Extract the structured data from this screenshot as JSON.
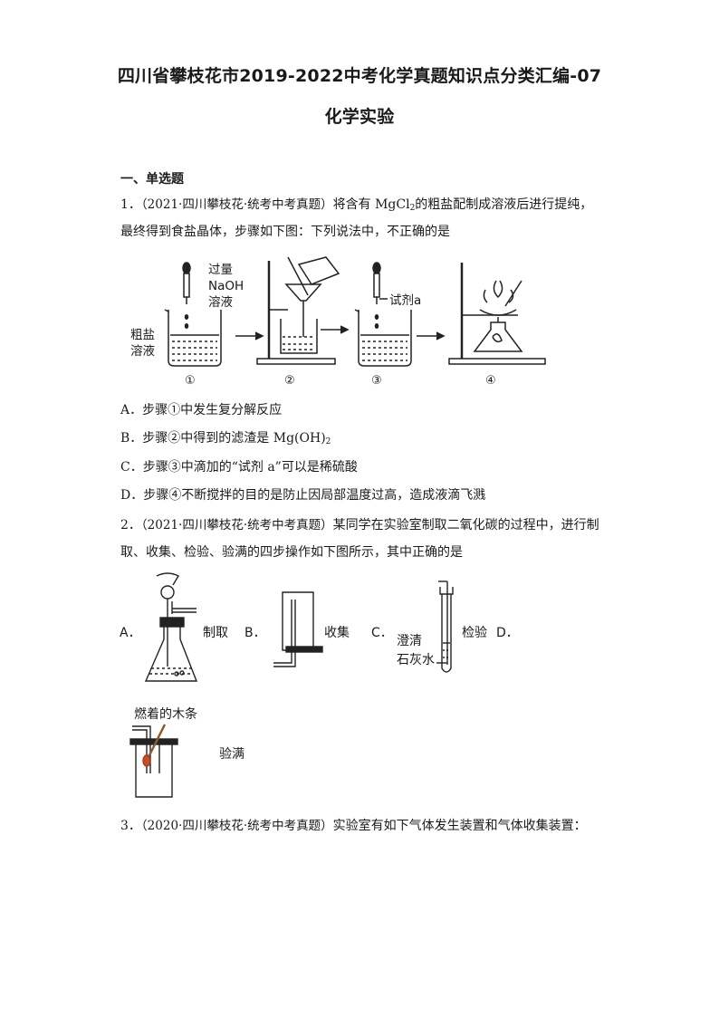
{
  "title_line1": "四川省攀枝花市2019-2022中考化学真题知识点分类汇编-07",
  "title_line2": "化学实验",
  "section": "一、单选题",
  "q1": {
    "number": "1．",
    "source": "（2021·四川攀枝花·统考中考真题）",
    "stem_a": "将含有 MgCl",
    "stem_sub": "2",
    "stem_b": "的粗盐配制成溶液后进行提纯，",
    "stem2": "最终得到食盐晶体，步骤如下图：下列说法中，不正确的是",
    "fig_labels": {
      "reagent1_l1": "过量",
      "reagent1_l2": "NaOH",
      "reagent1_l3": "溶液",
      "salt_l1": "粗盐",
      "salt_l2": "溶液",
      "reagent_a": "试剂a",
      "step1": "①",
      "step2": "②",
      "step3": "③",
      "step4": "④"
    },
    "options": [
      {
        "letter": "A．",
        "text": "步骤①中发生复分解反应"
      },
      {
        "letter": "B．",
        "text_a": "步骤②中得到的滤渣是 Mg(OH)",
        "sub": "2"
      },
      {
        "letter": "C．",
        "text": "步骤③中滴加的“试剂 a”可以是稀硫酸"
      },
      {
        "letter": "D．",
        "text": "步骤④不断搅拌的目的是防止因局部温度过高，造成液滴飞溅"
      }
    ]
  },
  "q2": {
    "number": "2．",
    "source": "（2021·四川攀枝花·统考中考真题）",
    "stem1": "某同学在实验室制取二氧化碳的过程中，进行制",
    "stem2": "取、收集、检验、验满的四步操作如下图所示，其中正确的是",
    "opt_a_letter": "A．",
    "opt_a_label": "制取",
    "opt_b_letter": "B．",
    "opt_b_label": "收集",
    "opt_c_letter": "C．",
    "opt_c_sub1": "澄清",
    "opt_c_sub2": "石灰水",
    "opt_c_label": "检验",
    "opt_d_letter": "D．",
    "opt_d_top": "燃着的木条",
    "opt_d_label": "验满"
  },
  "q3": {
    "number": "3．",
    "source": "（2020·四川攀枝花·统考中考真题）",
    "stem": "实验室有如下气体发生装置和气体收集装置："
  }
}
